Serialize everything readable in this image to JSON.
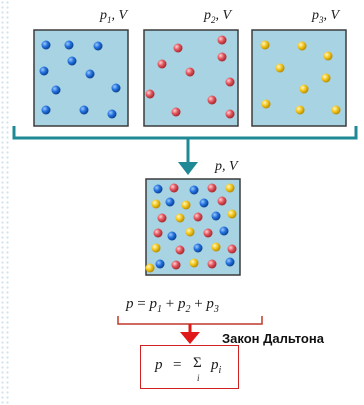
{
  "vessels": [
    {
      "pressure": "p",
      "pressure_sub": "1",
      "volume": "V",
      "color": "#1f6fdc"
    },
    {
      "pressure": "p",
      "pressure_sub": "2",
      "volume": "V",
      "color": "#e0525a"
    },
    {
      "pressure": "p",
      "pressure_sub": "3",
      "volume": "V",
      "color": "#f2c418"
    }
  ],
  "mixture": {
    "pressure": "p",
    "volume": "V"
  },
  "sum_equation": {
    "lhs": "p",
    "eq": "=",
    "terms": [
      {
        "sym": "p",
        "sub": "1"
      },
      {
        "sym": "p",
        "sub": "2"
      },
      {
        "sym": "p",
        "sub": "3"
      }
    ],
    "plus": "+"
  },
  "law_label": "Закон Дальтона",
  "final_formula": {
    "lhs": "p",
    "eq": "=",
    "sigma": "Σ",
    "index": "i",
    "sym": "p",
    "sub": "i"
  },
  "colors": {
    "box_fill": "#a8d3e3",
    "box_border": "#3c3c3c",
    "connector": "#1f8a95",
    "bracket": "#c0392b",
    "red_arrow": "#e01818",
    "blue": "#1f6fdc",
    "red": "#e0525a",
    "yellow": "#f2c418"
  }
}
